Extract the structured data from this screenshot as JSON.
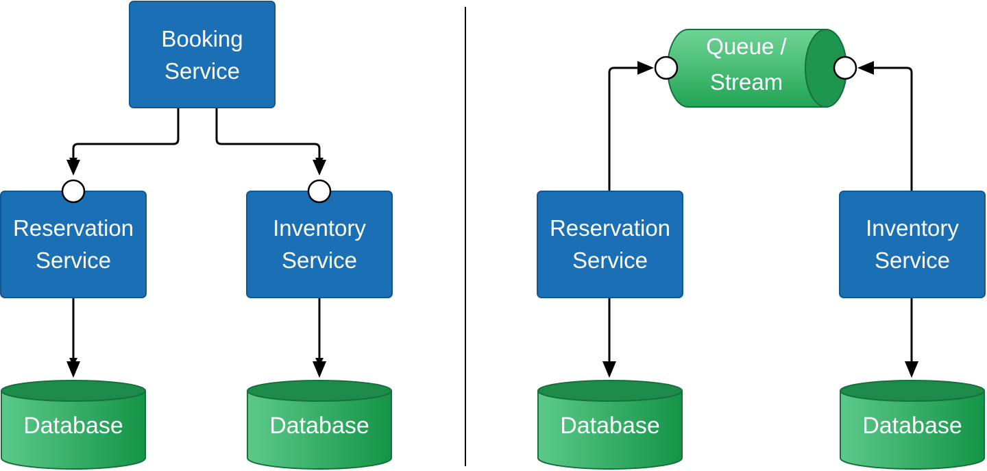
{
  "colors": {
    "service_fill": "#1a6fb5",
    "service_stroke": "#14568f",
    "db_fill": "#27a25a",
    "db_top": "#1d8c4a",
    "db_stroke": "#16703b",
    "queue_fill": "#39b36a",
    "connector": "#000000",
    "divider": "#000000"
  },
  "left": {
    "booking": {
      "line1": "Booking",
      "line2": "Service"
    },
    "reservation": {
      "line1": "Reservation",
      "line2": "Service"
    },
    "inventory": {
      "line1": "Inventory",
      "line2": "Service"
    },
    "db_reservation": {
      "label": "Database"
    },
    "db_inventory": {
      "label": "Database"
    }
  },
  "right": {
    "queue": {
      "line1": "Queue /",
      "line2": "Stream"
    },
    "reservation": {
      "line1": "Reservation",
      "line2": "Service"
    },
    "inventory": {
      "line1": "Inventory",
      "line2": "Service"
    },
    "db_reservation": {
      "label": "Database"
    },
    "db_inventory": {
      "label": "Database"
    }
  }
}
